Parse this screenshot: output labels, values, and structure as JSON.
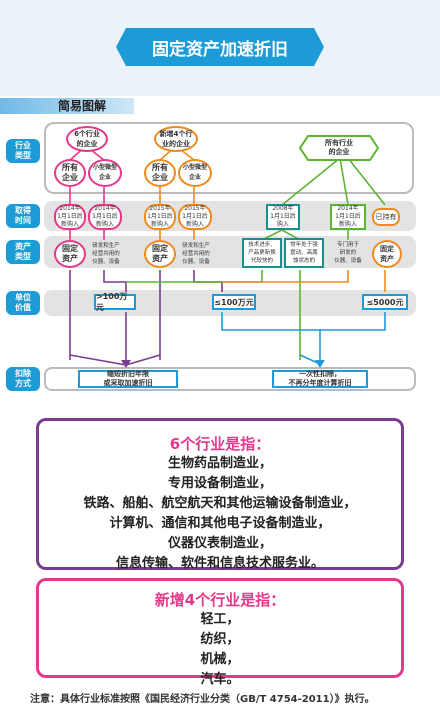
{
  "header": {
    "title": "固定资产加速折旧",
    "section": "简易图解"
  },
  "row_labels": [
    {
      "name": "row-label-enterprise",
      "text": "行业\n类型"
    },
    {
      "name": "row-label-date",
      "text": "取得\n时间"
    },
    {
      "name": "row-label-asset",
      "text": "资产\n类型"
    },
    {
      "name": "row-label-value",
      "text": "单位\n价值"
    },
    {
      "name": "row-label-method",
      "text": "扣除\n方式"
    }
  ],
  "diagram": {
    "top_nodes": {
      "six_industries": "6个行业\n的企业",
      "four_industries": "新增4个行\n业的企业",
      "all_industries": "所有行业\n的企业"
    },
    "enterprise_nodes": {
      "all_enterprise_a": "所有\n企业",
      "small_micro_a": "小型微型\n企业",
      "all_enterprise_b": "所有\n企业",
      "small_micro_b": "小型微型\n企业"
    },
    "date_nodes": {
      "d2014a": "2014年\n1月1日后\n新购入",
      "d2014b": "2014年\n1月1日后\n新购入",
      "d2015a": "2015年\n1月1日后\n新购入",
      "d2015b": "2015年\n1月1日后\n新购入",
      "d2008": "2008年\n1月1日后\n购入",
      "d2014c": "2014年\n1月1日后\n新购入",
      "held": "已持有"
    },
    "asset_nodes": {
      "fixed_a": "固定\n资产",
      "rd_a": "研发和生产\n经营共用的\n仪器、设备",
      "fixed_b": "固定\n资产",
      "rd_b": "研发和生产\n经营共用的\n仪器、设备",
      "tech": "技术进步、\n产品更新换\n代较快的",
      "vibration": "常年处于强\n震动、高腐\n蚀状态的",
      "rd_only": "专门用于\n研发的\n仪器、设备",
      "fixed_c": "固定\n资产"
    },
    "values": {
      "v1": ">100万元",
      "v2": "≤100万元",
      "v3": "≤5000元"
    },
    "results": {
      "shorten": "缩短折旧年限\n或采取加速折旧",
      "one_time": "一次性扣除，\n不再分年度计算折旧"
    }
  },
  "box_six": {
    "title": "6个行业是指：",
    "lines": [
      "生物药品制造业，",
      "专用设备制造业，",
      "铁路、船舶、航空航天和其他运输设备制造业，",
      "计算机、通信和其他电子设备制造业，",
      "仪器仪表制造业，",
      "信息传输、软件和信息技术服务业。"
    ]
  },
  "box_four": {
    "title": "新增4个行业是指：",
    "lines": [
      "轻工，",
      "纺织，",
      "机械，",
      "汽车。"
    ]
  },
  "footnote": "注意：具体行业标准按照《国民经济行业分类（GB/T 4754-2011）》执行。",
  "colors": {
    "blue": "#1d9bd7",
    "pink": "#e5388a",
    "orange": "#f08a1c",
    "green": "#5cb531",
    "purple": "#7a3b91",
    "teal": "#1a8f8f"
  }
}
